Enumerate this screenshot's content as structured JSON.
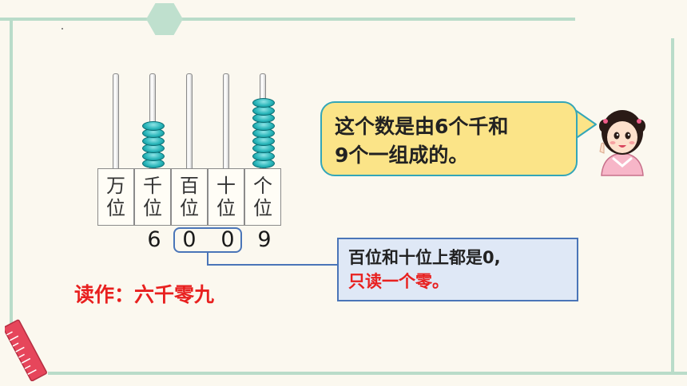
{
  "abacus": {
    "places": [
      {
        "top": "万",
        "bottom": "位",
        "beads": 0
      },
      {
        "top": "千",
        "bottom": "位",
        "beads": 6
      },
      {
        "top": "百",
        "bottom": "位",
        "beads": 0
      },
      {
        "top": "十",
        "bottom": "位",
        "beads": 0
      },
      {
        "top": "个",
        "bottom": "位",
        "beads": 9
      }
    ],
    "digits": [
      "6",
      "0",
      "0",
      "9"
    ]
  },
  "bubble": {
    "line1": "这个数是由6个千和",
    "line2": "9个一组成的。"
  },
  "note": {
    "line1": "百位和十位上都是0,",
    "line2": "只读一个零。"
  },
  "read_as": "读作：六千零九",
  "colors": {
    "accent_red": "#e8201f",
    "bead": "#29b6ba",
    "bubble_fill": "#fbe488",
    "bubble_border": "#33a6b8",
    "note_border": "#4a75b8",
    "note_fill": "#dfe8f6",
    "frame": "#b9dcc9"
  },
  "icons": [
    "hexagon-ornament",
    "ruler-icon",
    "girl-illustration"
  ]
}
